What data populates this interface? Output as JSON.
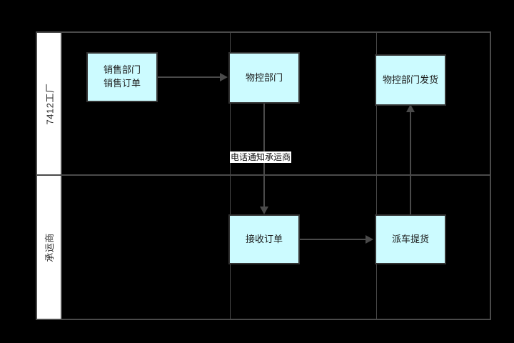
{
  "diagram": {
    "type": "swimlane-flowchart",
    "background_color": "#000000",
    "frame_color": "#4a4a4a",
    "node_fill": "#ccfbff",
    "node_border": "#333333",
    "lanes": [
      {
        "id": "lane-factory",
        "label": "7412工厂"
      },
      {
        "id": "lane-carrier",
        "label": "承运商"
      }
    ],
    "nodes": [
      {
        "id": "sales-order",
        "label": "销售部门\n销售订单",
        "lane": "lane-factory"
      },
      {
        "id": "material-control",
        "label": "物控部门",
        "lane": "lane-factory"
      },
      {
        "id": "material-control-ship",
        "label": "物控部门发货",
        "lane": "lane-factory"
      },
      {
        "id": "receive-order",
        "label": "接收订单",
        "lane": "lane-carrier"
      },
      {
        "id": "dispatch-pickup",
        "label": "派车提货",
        "lane": "lane-carrier"
      }
    ],
    "edges": [
      {
        "id": "edge-sales-to-mc",
        "from": "sales-order",
        "to": "material-control",
        "label": "",
        "direction": "right"
      },
      {
        "id": "edge-mc-to-receive",
        "from": "material-control",
        "to": "receive-order",
        "label": "电话通知承运商",
        "direction": "down"
      },
      {
        "id": "edge-receive-to-dispatch",
        "from": "receive-order",
        "to": "dispatch-pickup",
        "label": "",
        "direction": "right"
      },
      {
        "id": "edge-dispatch-to-ship",
        "from": "dispatch-pickup",
        "to": "material-control-ship",
        "label": "",
        "direction": "up"
      }
    ]
  }
}
